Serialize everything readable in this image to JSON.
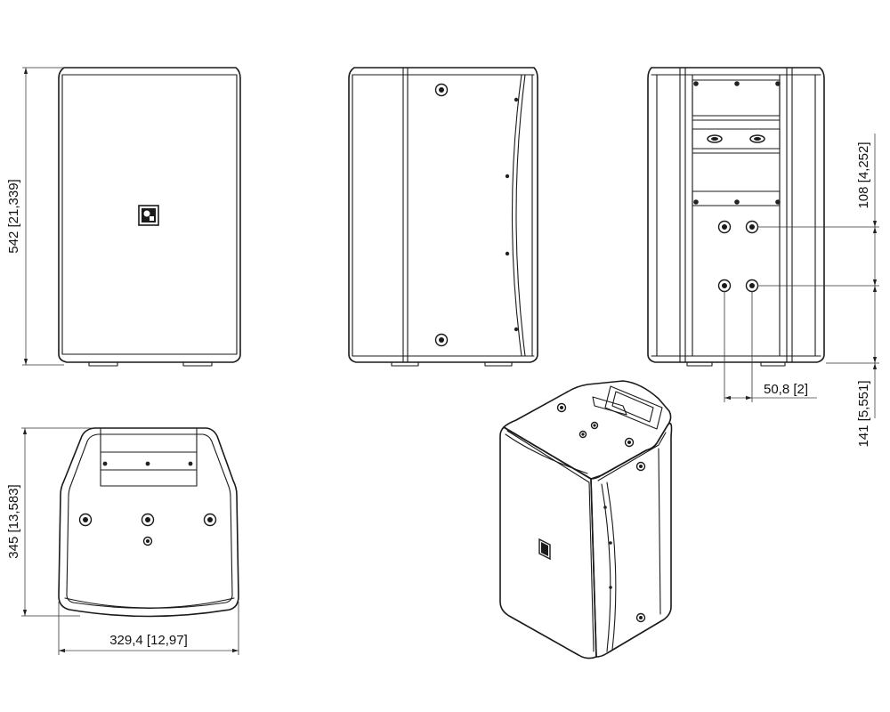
{
  "diagram": {
    "views": [
      {
        "name": "front-view"
      },
      {
        "name": "side-view"
      },
      {
        "name": "rear-view"
      },
      {
        "name": "top-view"
      },
      {
        "name": "isometric-view"
      }
    ],
    "dimensions": {
      "height": "542 [21,339]",
      "depth": "345 [13,583]",
      "width": "329,4 [12,97]",
      "rear_spacing_vertical": "108 [4,252]",
      "rear_spacing_bottom": "141 [5,551]",
      "rear_spacing_horizontal": "50,8 [2]"
    },
    "colors": {
      "line": "#1a1a1a",
      "background": "#ffffff"
    }
  }
}
